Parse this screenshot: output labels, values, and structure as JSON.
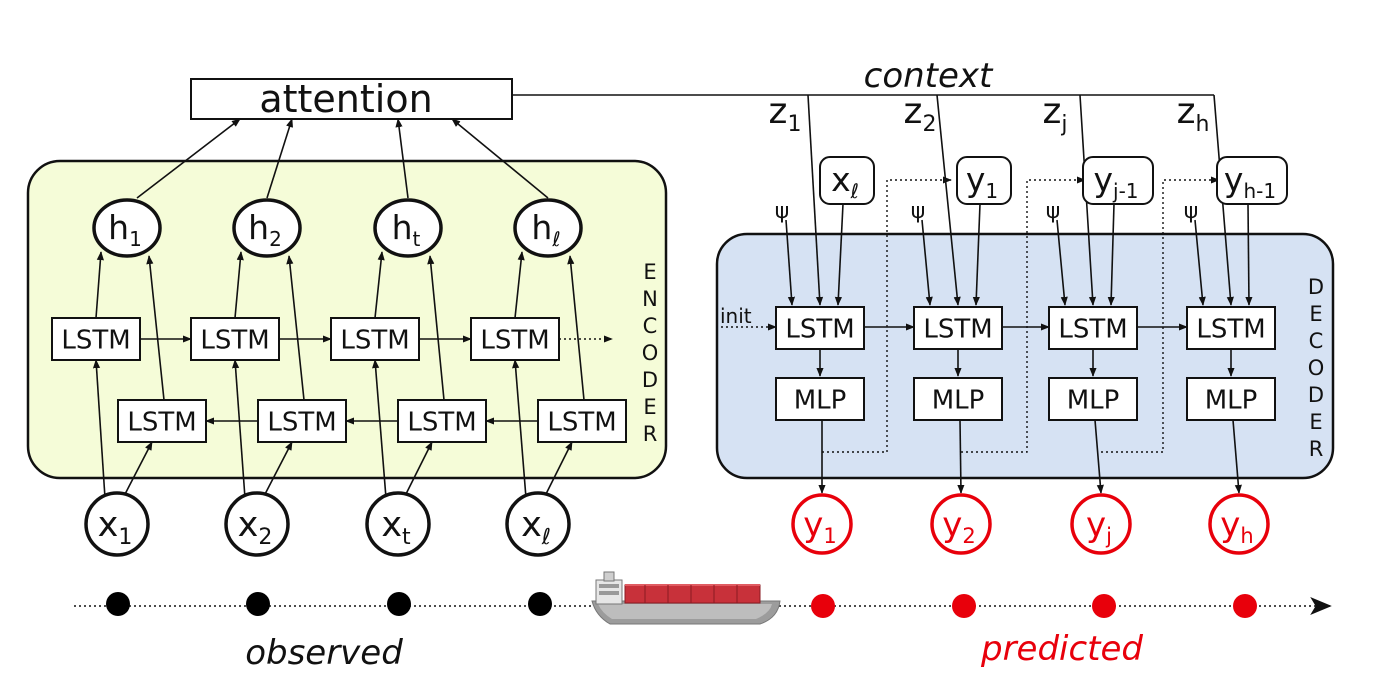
{
  "attention": {
    "label": "attention"
  },
  "context": {
    "label": "context"
  },
  "encoder": {
    "side_label": [
      "E",
      "N",
      "C",
      "O",
      "D",
      "E",
      "R"
    ],
    "lstm_label": "LSTM",
    "hidden_states": [
      {
        "base": "h",
        "sub": "1"
      },
      {
        "base": "h",
        "sub": "2"
      },
      {
        "base": "h",
        "sub": "t"
      },
      {
        "base": "h",
        "sub": "ℓ"
      }
    ],
    "inputs": [
      {
        "base": "x",
        "sub": "1"
      },
      {
        "base": "x",
        "sub": "2"
      },
      {
        "base": "x",
        "sub": "t"
      },
      {
        "base": "x",
        "sub": "ℓ"
      }
    ]
  },
  "decoder": {
    "side_label": [
      "D",
      "E",
      "C",
      "O",
      "D",
      "E",
      "R"
    ],
    "lstm_label": "LSTM",
    "mlp_label": "MLP",
    "init_label": "init",
    "psi_label": "ψ",
    "z_labels": [
      {
        "base": "z",
        "sub": "1"
      },
      {
        "base": "z",
        "sub": "2"
      },
      {
        "base": "z",
        "sub": "j"
      },
      {
        "base": "z",
        "sub": "h"
      }
    ],
    "prev_inputs": [
      {
        "base": "x",
        "sub": "ℓ"
      },
      {
        "base": "y",
        "sub": "1"
      },
      {
        "base": "y",
        "sub": "j-1"
      },
      {
        "base": "y",
        "sub": "h-1"
      }
    ],
    "outputs": [
      {
        "base": "y",
        "sub": "1"
      },
      {
        "base": "y",
        "sub": "2"
      },
      {
        "base": "y",
        "sub": "j"
      },
      {
        "base": "y",
        "sub": "h"
      }
    ]
  },
  "timeline": {
    "observed_label": "observed",
    "predicted_label": "predicted"
  },
  "colors": {
    "encoder_fill": "#f5fcd8",
    "decoder_fill": "#d6e2f3",
    "predicted": "#e8000b",
    "observed_dot": "#000000"
  }
}
